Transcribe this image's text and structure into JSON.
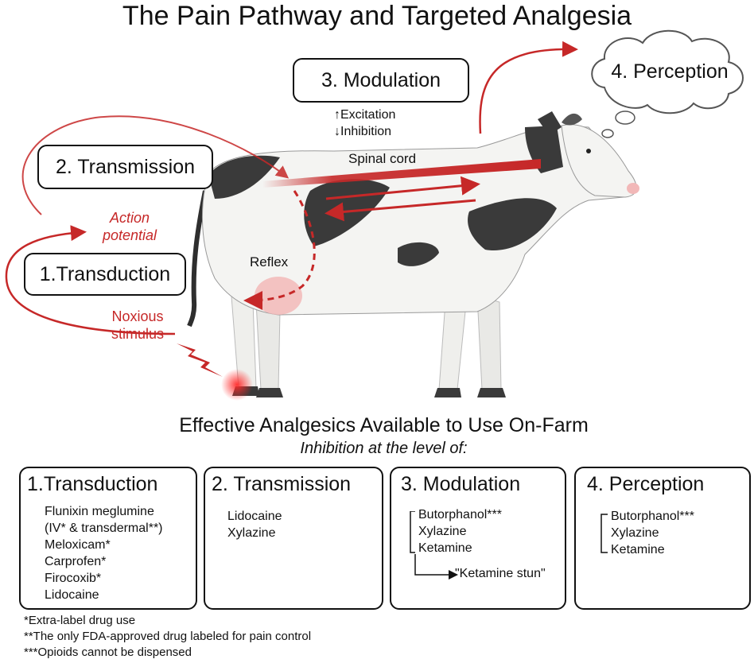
{
  "title": "The Pain Pathway and Targeted Analgesia",
  "stages": {
    "modulation": "3. Modulation",
    "perception": "4. Perception",
    "transmission": "2. Transmission",
    "transduction": "1.Transduction"
  },
  "modulation_notes": {
    "excitation": "↑Excitation",
    "inhibition": "↓Inhibition"
  },
  "labels": {
    "spinal_cord": "Spinal cord",
    "reflex": "Reflex",
    "action_potential_1": "Action",
    "action_potential_2": "potential",
    "noxious_1": "Noxious",
    "noxious_2": "stimulus"
  },
  "section": {
    "title": "Effective Analgesics Available to Use On-Farm",
    "subtitle": "Inhibition at the level of:"
  },
  "boxes": [
    {
      "title": "1.Transduction",
      "items": [
        "Flunixin meglumine",
        "(IV* & transdermal**)",
        "Meloxicam*",
        "Carprofen*",
        "Firocoxib*",
        "Lidocaine"
      ]
    },
    {
      "title": "2. Transmission",
      "items": [
        "Lidocaine",
        "Xylazine"
      ]
    },
    {
      "title": "3. Modulation",
      "items": [
        "Butorphanol***",
        "Xylazine",
        "Ketamine"
      ],
      "extra": "\"Ketamine stun\""
    },
    {
      "title": "4. Perception",
      "items": [
        "Butorphanol***",
        "Xylazine",
        "Ketamine"
      ]
    }
  ],
  "footnotes": [
    "*Extra-label drug use",
    "**The only FDA-approved drug labeled for pain control",
    "***Opioids cannot be dispensed"
  ],
  "colors": {
    "accent_red": "#c62828",
    "cow_spots": "#3a3a3a",
    "cow_body": "#f4f4f2"
  }
}
